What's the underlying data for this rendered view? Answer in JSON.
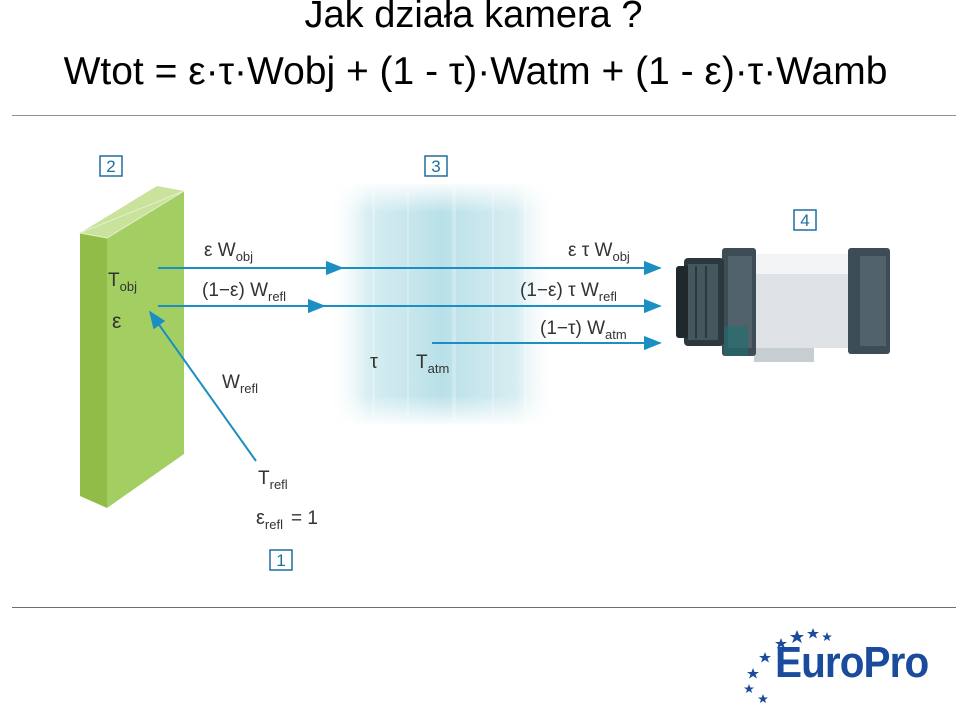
{
  "title": "Jak działa kamera ?",
  "formula": "Wtot = ε·τ·Wobj + (1 - τ)·Watm + (1 - ε)·τ·Wamb",
  "diagram": {
    "box_1": "1",
    "box_2": "2",
    "box_3": "3",
    "box_4": "4",
    "eps_wobj": "ε W",
    "eps_wobj_sub": "obj",
    "one_minus_eps_wrefl": "(1−ε) W",
    "one_minus_eps_wrefl_sub": "refl",
    "eps_tau_wobj": "ε τ W",
    "eps_tau_wobj_sub": "obj",
    "one_minus_eps_tau_wrefl": "(1−ε) τ W",
    "one_minus_eps_tau_wrefl_sub": "refl",
    "one_minus_tau_watm": "(1−τ) W",
    "one_minus_tau_watm_sub": "atm",
    "t_obj": "T",
    "t_obj_sub": "obj",
    "epsilon": "ε",
    "w_refl": "W",
    "w_refl_sub": "refl",
    "t_refl": "T",
    "t_refl_sub": "refl",
    "eps_refl": "ε",
    "eps_refl_sub": "refl",
    "eps_refl_value": "= 1",
    "tau": "τ",
    "t_atm": "T",
    "t_atm_sub": "atm"
  },
  "logo": {
    "text": "EuroPro"
  },
  "colors": {
    "arrow": "#1c8fc2",
    "object_panel": "#a3cf62",
    "atmosphere": "#bfe3ea",
    "box_border": "#1f6f9f",
    "logo_blue": "#1a4b9c"
  }
}
